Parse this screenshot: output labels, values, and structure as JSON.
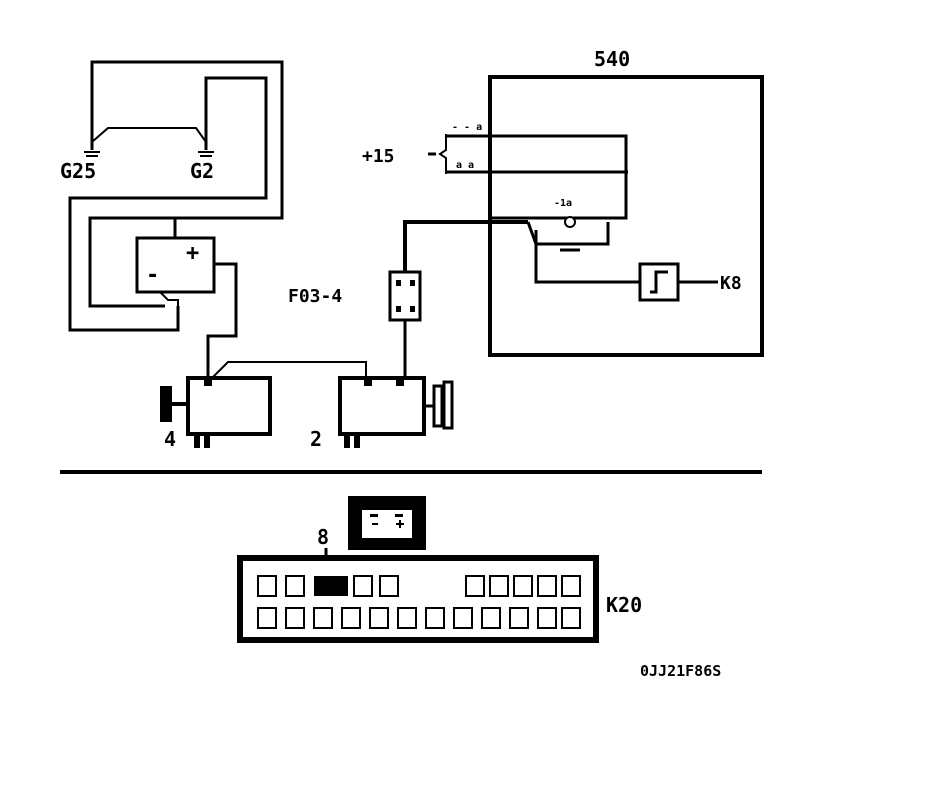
{
  "labels": {
    "module_id": "540",
    "ground_left": "G25",
    "ground_right": "G2",
    "ignition": "+15",
    "fuse": "F03-4",
    "output": "K8",
    "component_left": "4",
    "component_right": "2",
    "connector_pin": "8",
    "connector_id": "K20",
    "figure_code": "0JJ21F86S",
    "battery_plus": "+",
    "battery_minus": "-"
  },
  "colors": {
    "ink": "#000000",
    "background": "#ffffff"
  }
}
